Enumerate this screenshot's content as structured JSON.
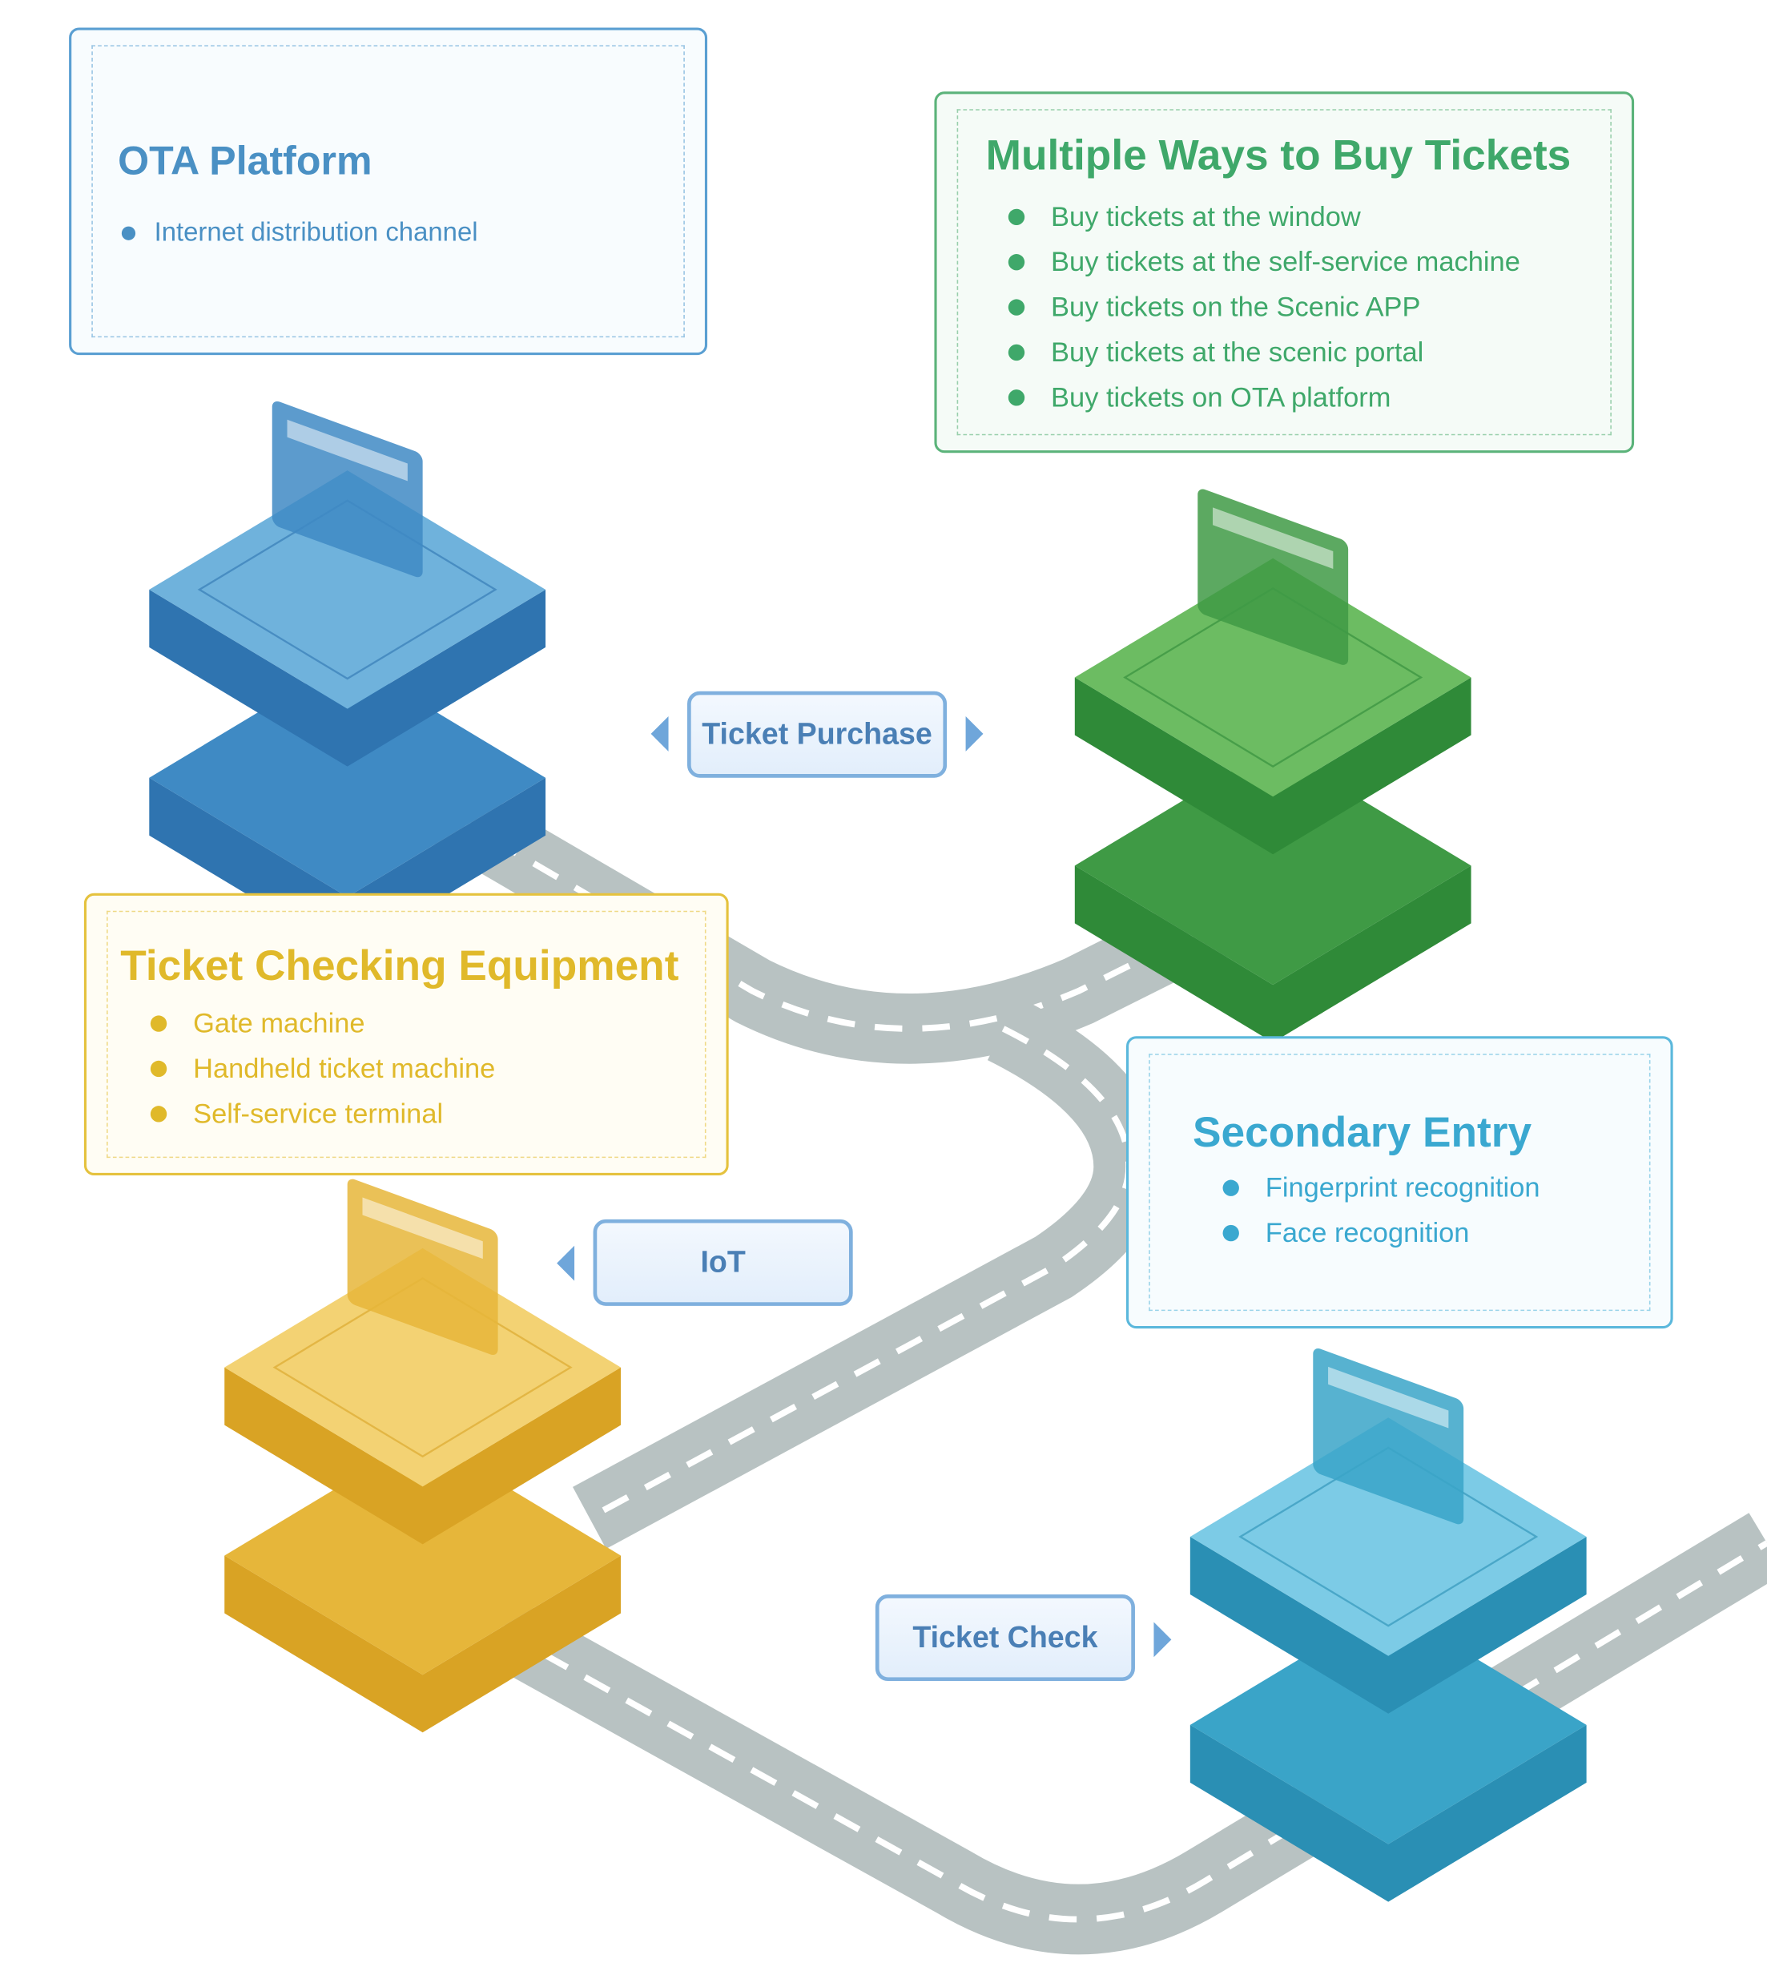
{
  "colors": {
    "ota": "#4a90c4",
    "buy": "#3fa86a",
    "check": "#e0b92a",
    "secondary": "#3aa8d0",
    "road": "#b8c2c2",
    "label_text": "#4a7fb5"
  },
  "ota": {
    "title": "OTA Platform",
    "items": [
      "Internet distribution channel"
    ]
  },
  "buy": {
    "title": "Multiple Ways to Buy Tickets",
    "items": [
      "Buy tickets at the window",
      "Buy tickets at the self-service machine",
      "Buy tickets on the Scenic APP",
      "Buy tickets at the scenic portal",
      "Buy tickets on OTA platform"
    ]
  },
  "checking": {
    "title": "Ticket Checking Equipment",
    "items": [
      "Gate machine",
      "Handheld ticket machine",
      "Self-service terminal"
    ]
  },
  "secondary": {
    "title": "Secondary Entry",
    "items": [
      "Fingerprint recognition",
      "Face recognition"
    ]
  },
  "labels": {
    "purchase": "Ticket Purchase",
    "iot": "IoT",
    "check": "Ticket Check"
  },
  "platforms": [
    {
      "name": "ota-platform",
      "top": "#6fb2dc",
      "side": "#3f8ac4",
      "dark": "#2f74b0",
      "icon": "web-screens"
    },
    {
      "name": "buy-platform",
      "top": "#6cbc62",
      "side": "#3f9a45",
      "dark": "#2f8a38",
      "icon": "ticket-kiosk"
    },
    {
      "name": "check-platform",
      "top": "#f3d273",
      "side": "#e6b63a",
      "dark": "#d9a324",
      "icon": "gate-machine"
    },
    {
      "name": "secondary-platform",
      "top": "#7ccbe6",
      "side": "#3aa4c8",
      "dark": "#2a8fb4",
      "icon": "face-fingerprint"
    }
  ]
}
